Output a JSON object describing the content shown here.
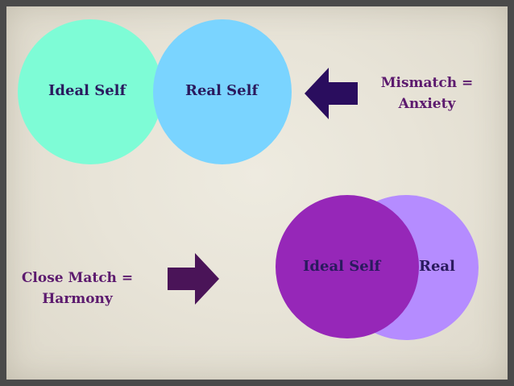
{
  "top_diagram": {
    "circle_left": {
      "label": "Ideal Self",
      "color": "#7efcd6"
    },
    "circle_right": {
      "label": "Real Self",
      "color": "#7ad4ff"
    },
    "label_color": "#2a1a5e",
    "caption_line1": "Mismatch =",
    "caption_line2": "Anxiety",
    "caption_color": "#5c1a6e",
    "arrow_color": "#2a0d5e",
    "arrow_direction": "left"
  },
  "bottom_diagram": {
    "circle_back": {
      "label": "Real",
      "color": "#b58cff"
    },
    "circle_front": {
      "label": "Ideal Self",
      "color": "#9627b8"
    },
    "label_color": "#2a1a5e",
    "caption_line1": "Close Match =",
    "caption_line2": "Harmony",
    "caption_color": "#5c1a6e",
    "arrow_color": "#4a1458",
    "arrow_direction": "right"
  }
}
